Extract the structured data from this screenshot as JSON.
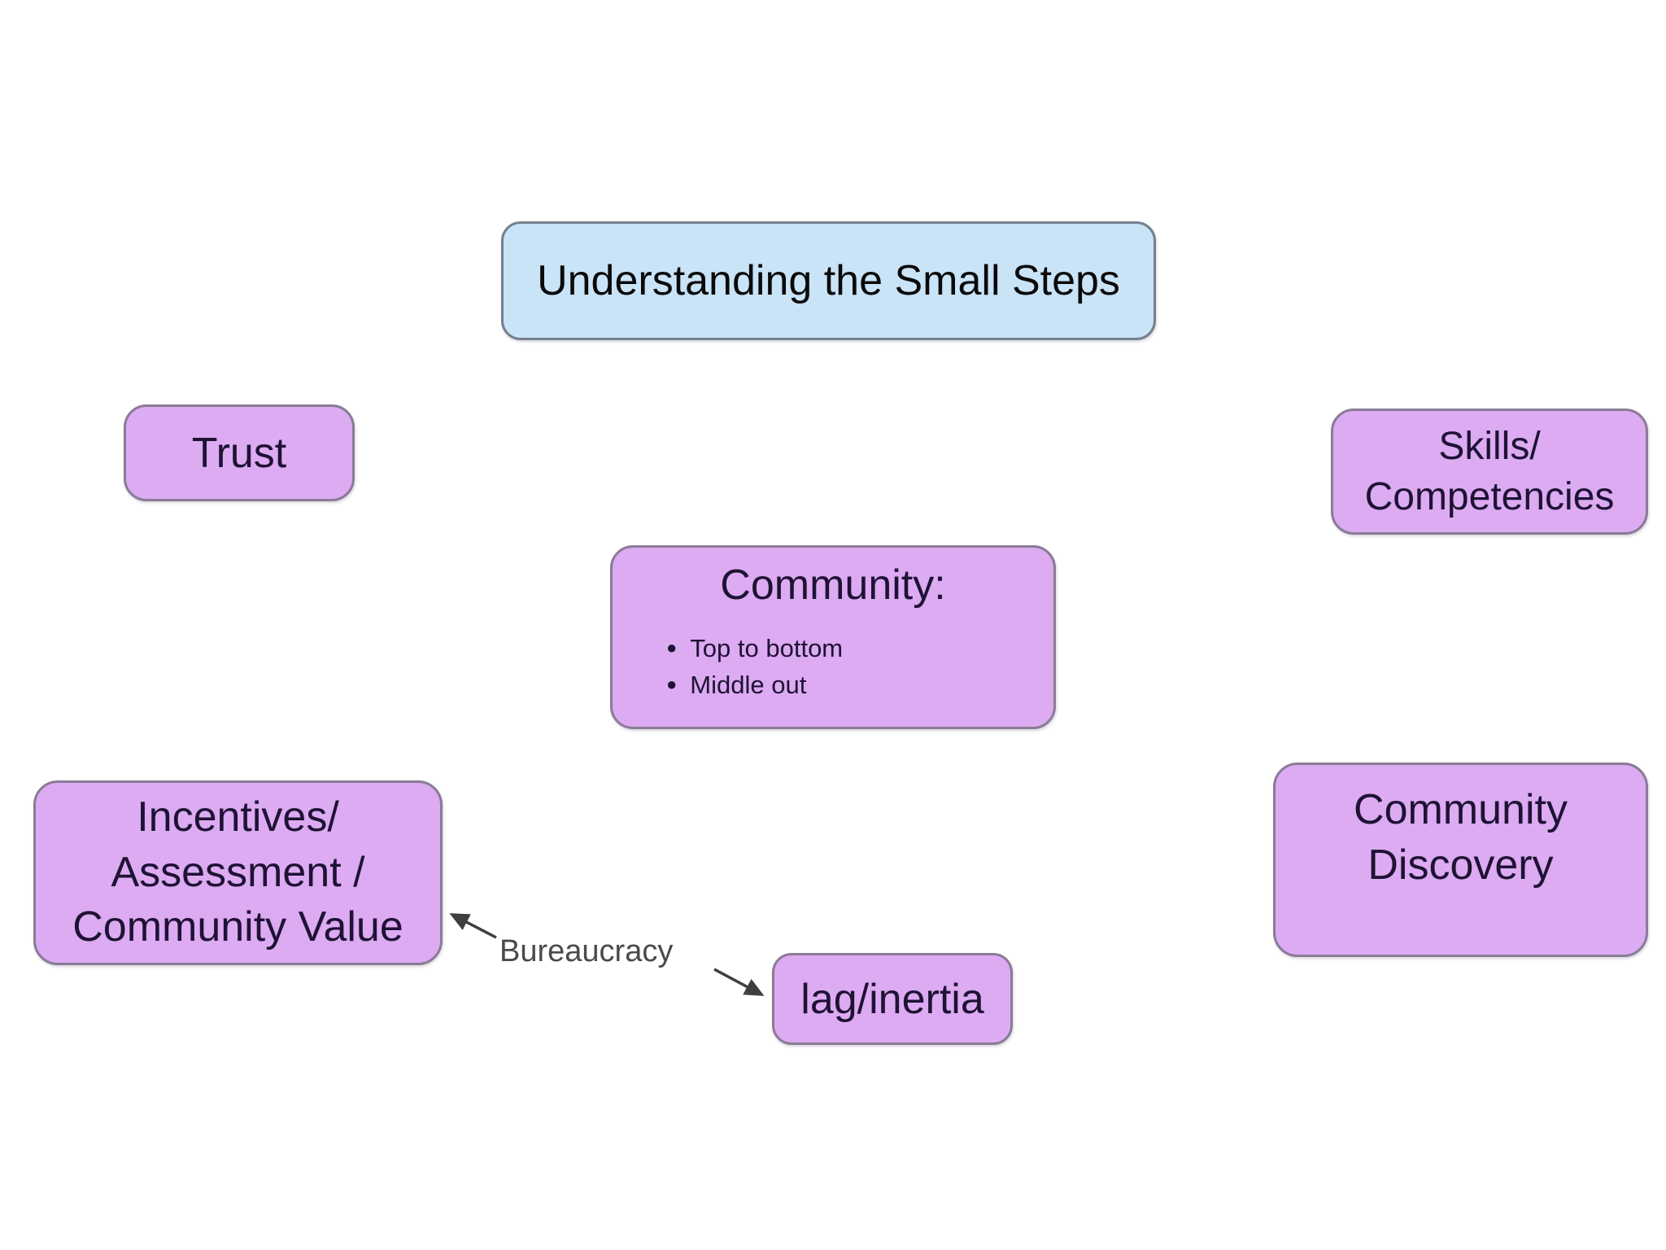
{
  "diagram": {
    "background_color": "#ffffff",
    "glyphs": {
      "bullet": "●"
    },
    "colors": {
      "title_fill": "#c9e3f7",
      "title_border": "#73808e",
      "node_fill": "#dcabf2",
      "node_border": "#8a7b96",
      "node_text": "#1f1235",
      "title_text": "#0a0a0a",
      "arrow": "#3f3f3f",
      "connector_text": "#4a4a4a"
    },
    "title_node": {
      "text": "Understanding the Small Steps"
    },
    "nodes": {
      "trust": {
        "label": "Trust"
      },
      "skills": {
        "line1": "Skills/",
        "line2": "Competencies"
      },
      "community": {
        "title": "Community:",
        "bullet1": "Top to bottom",
        "bullet2": "Middle out"
      },
      "incentives": {
        "line1": "Incentives/",
        "line2": "Assessment /",
        "line3": "Community Value"
      },
      "discovery": {
        "line1": "Community",
        "line2": "Discovery"
      },
      "lag": {
        "label": "lag/inertia"
      }
    },
    "connector": {
      "label": "Bureaucracy"
    }
  }
}
